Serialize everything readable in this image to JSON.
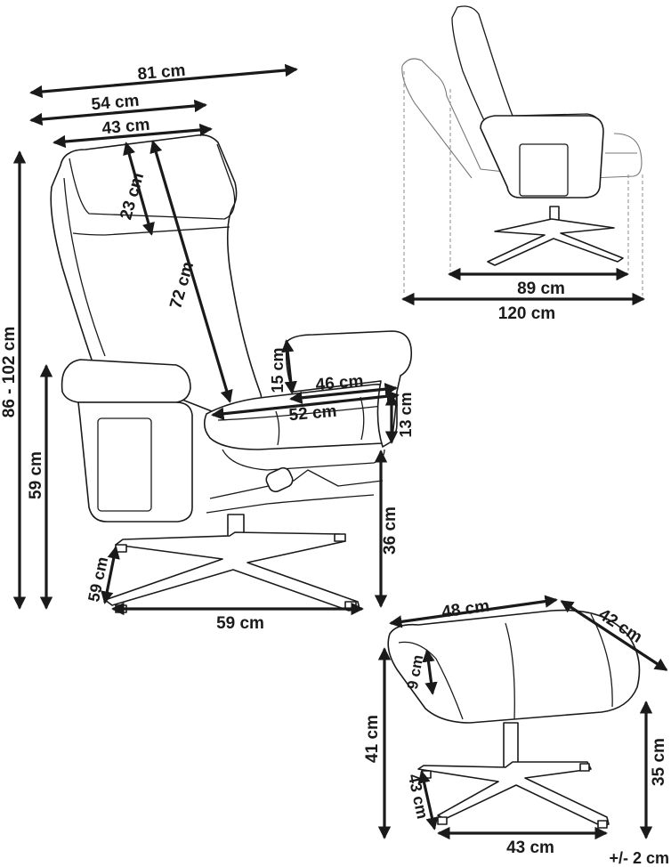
{
  "dimensions": {
    "width_overall": "81 cm",
    "width_mid": "54 cm",
    "width_seat": "43 cm",
    "headrest_height": "23 cm",
    "backrest_length": "72 cm",
    "height_total": "86 - 102 cm",
    "armrest_height": "59 cm",
    "arm_thickness": "15 cm",
    "seat_depth": "46 cm",
    "seat_width": "52 cm",
    "seat_cushion": "13 cm",
    "seat_height": "36 cm",
    "base_depth": "59 cm",
    "base_width": "59 cm",
    "recline_depth": "89 cm",
    "recline_total": "120 cm",
    "stool_width": "48 cm",
    "stool_depth": "42 cm",
    "stool_cushion": "9 cm",
    "stool_height": "41 cm",
    "stool_leg_height": "35 cm",
    "stool_base_depth": "43 cm",
    "stool_base_width": "43 cm",
    "tolerance": "+/- 2 cm"
  }
}
